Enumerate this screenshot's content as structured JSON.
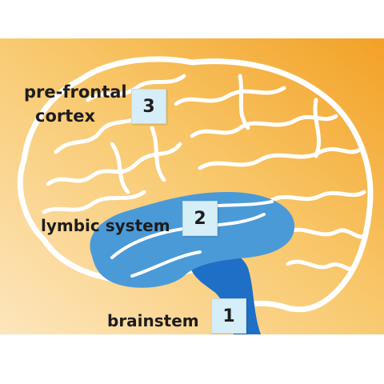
{
  "colors": {
    "background_light": "#fbe2b0",
    "background_dark": "#f3a72e",
    "limbic": "#4a9ad8",
    "brainstem": "#1f6fc6",
    "outline": "#ffffff",
    "badge": "#d6eef7"
  },
  "labels": {
    "prefrontal_line1": "pre-frontal",
    "prefrontal_line2": "cortex",
    "lymbic": "lymbic system",
    "brainstem": "brainstem"
  },
  "badges": {
    "prefrontal": "3",
    "lymbic": "2",
    "brainstem": "1"
  }
}
